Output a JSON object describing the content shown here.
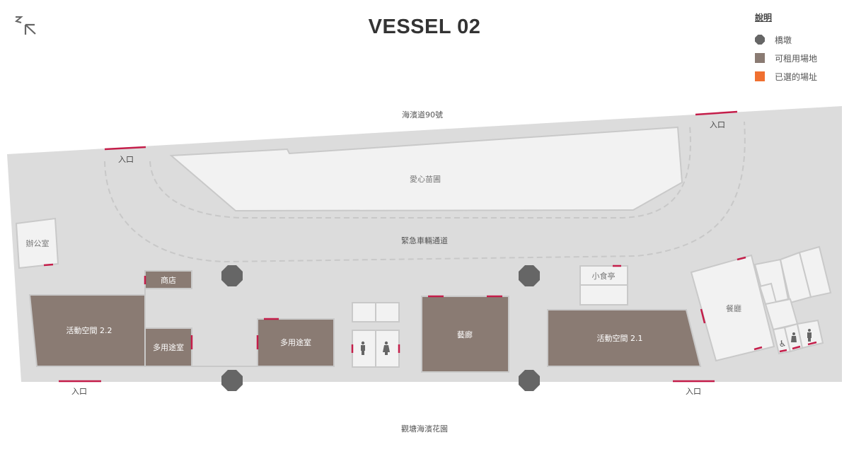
{
  "header": {
    "title": "VESSEL 02",
    "collapse_icon": "collapse-arrows-icon"
  },
  "legend": {
    "title": "說明",
    "items": [
      {
        "label": "橋墩",
        "color": "#666666",
        "icon": "octagon"
      },
      {
        "label": "可租用場地",
        "color": "#8a7b73",
        "icon": "square"
      },
      {
        "label": "已選的場址",
        "color": "#f07030",
        "icon": "square"
      }
    ]
  },
  "map": {
    "road_top": "海濱道90號",
    "park_bottom": "觀塘海濱花園",
    "emergency_lane": "緊急車輛通道",
    "entrance": "入口",
    "rooms": {
      "nursery": "愛心苗圃",
      "office": "辦公室",
      "shop": "商店",
      "activity_22": "活動空間 2.2",
      "multi_small": "多用途室",
      "multi_large": "多用途室",
      "gallery": "藝廊",
      "kiosk": "小食亭",
      "activity_21": "活動空間 2.1",
      "restaurant": "餐廳"
    },
    "colors": {
      "rentable": "#8a7b73",
      "facility": "#f2f2f2",
      "ground": "#dcdcdc",
      "door": "#c41e4a",
      "pillar": "#666666"
    }
  }
}
